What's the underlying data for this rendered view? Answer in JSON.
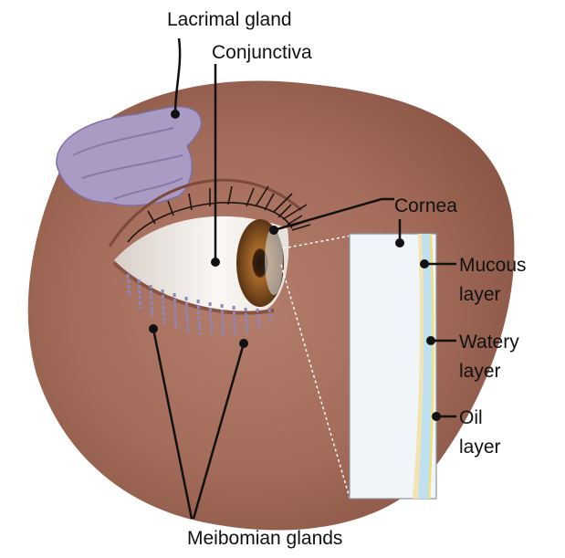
{
  "title": "Eye tear film anatomy",
  "labels": {
    "lacrimal_gland": "Lacrimal gland",
    "conjunctiva": "Conjunctiva",
    "cornea": "Cornea",
    "mucous": "Mucous",
    "mucous_layer": "layer",
    "watery": "Watery",
    "watery_layer": "layer",
    "oil": "Oil",
    "oil_layer": "layer",
    "meibomian": "Meibomian glands"
  },
  "colors": {
    "skin": "#a87060",
    "gland": "#a99bc4",
    "iris": "#7a4a20",
    "mucous": "#f3e3b0",
    "watery": "#bfe0f0",
    "oil": "#f2e07a"
  }
}
